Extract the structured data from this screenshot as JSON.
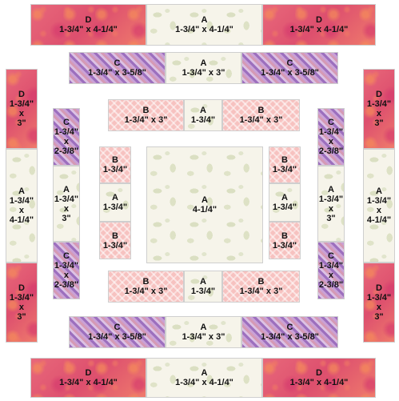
{
  "pieces": [
    {
      "letter": "D",
      "dim": "1-3/4\" x 4-1/4\""
    },
    {
      "letter": "A",
      "dim": "1-3/4\" x 4-1/4\""
    },
    {
      "letter": "D",
      "dim": "1-3/4\" x 4-1/4\""
    },
    {
      "letter": "C",
      "dim": "1-3/4\" x 3-5/8\""
    },
    {
      "letter": "A",
      "dim": "1-3/4\" x 3\""
    },
    {
      "letter": "C",
      "dim": "1-3/4\" x 3-5/8\""
    },
    {
      "letter": "D",
      "dim": "1-3/4\"\nx\n3\""
    },
    {
      "letter": "A",
      "dim": "1-3/4\"\nx\n4-1/4\""
    },
    {
      "letter": "D",
      "dim": "1-3/4\"\nx\n3\""
    },
    {
      "letter": "D",
      "dim": "1-3/4\"\nx\n3\""
    },
    {
      "letter": "A",
      "dim": "1-3/4\"\nx\n4-1/4\""
    },
    {
      "letter": "D",
      "dim": "1-3/4\"\nx\n3\""
    },
    {
      "letter": "C",
      "dim": "1-3/4\"\nx\n2-3/8\""
    },
    {
      "letter": "A",
      "dim": "1-3/4\"\nx\n3\""
    },
    {
      "letter": "C",
      "dim": "1-3/4\"\nx\n2-3/8\""
    },
    {
      "letter": "C",
      "dim": "1-3/4\"\nx\n2-3/8\""
    },
    {
      "letter": "A",
      "dim": "1-3/4\"\nx\n3\""
    },
    {
      "letter": "C",
      "dim": "1-3/4\"\nx\n2-3/8\""
    },
    {
      "letter": "B",
      "dim": "1-3/4\" x 3\""
    },
    {
      "letter": "A",
      "dim": "1-3/4\""
    },
    {
      "letter": "B",
      "dim": "1-3/4\" x 3\""
    },
    {
      "letter": "B",
      "dim": "1-3/4\""
    },
    {
      "letter": "A",
      "dim": "1-3/4\""
    },
    {
      "letter": "B",
      "dim": "1-3/4\""
    },
    {
      "letter": "B",
      "dim": "1-3/4\""
    },
    {
      "letter": "A",
      "dim": "1-3/4\""
    },
    {
      "letter": "B",
      "dim": "1-3/4\""
    },
    {
      "letter": "A",
      "dim": "4-1/4\""
    },
    {
      "letter": "B",
      "dim": "1-3/4\" x 3\""
    },
    {
      "letter": "A",
      "dim": "1-3/4\""
    },
    {
      "letter": "B",
      "dim": "1-3/4\" x 3\""
    },
    {
      "letter": "C",
      "dim": "1-3/4\" x 3-5/8\""
    },
    {
      "letter": "A",
      "dim": "1-3/4\" x 3\""
    },
    {
      "letter": "C",
      "dim": "1-3/4\" x 3-5/8\""
    },
    {
      "letter": "D",
      "dim": "1-3/4\" x 4-1/4\""
    },
    {
      "letter": "A",
      "dim": "1-3/4\" x 4-1/4\""
    },
    {
      "letter": "D",
      "dim": "1-3/4\" x 4-1/4\""
    }
  ]
}
